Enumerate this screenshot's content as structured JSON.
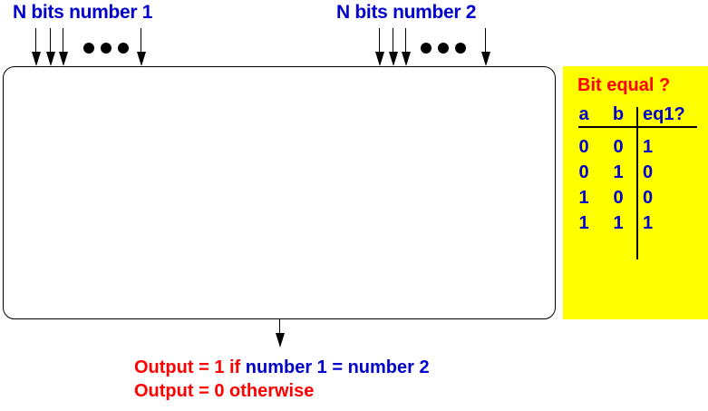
{
  "diagram": {
    "title_left": "N bits number 1",
    "title_right": "N bits number 2",
    "colors": {
      "label_blue": "#0000CC",
      "caption_red": "#FF0000",
      "panel_yellow": "#FFFF00",
      "line_black": "#000000",
      "box_fill": "#FFFFFF"
    },
    "inputs": {
      "left_group": {
        "label": "N bits number 1",
        "arrow_count": 4,
        "ellipsis_dots": 3
      },
      "right_group": {
        "label": "N bits number 2",
        "arrow_count": 4,
        "ellipsis_dots": 3
      }
    },
    "block": {
      "label": ""
    },
    "output": {
      "line_1_red": "Output = 1  if",
      "line_1_blue": "number 1 = number 2",
      "line_2_red": "Output = 0  otherwise"
    }
  },
  "truth_table": {
    "title": "Bit equal ?",
    "headers": [
      "a",
      "b",
      "eq1?"
    ],
    "rows": [
      {
        "a": "0",
        "b": "0",
        "eq1": "1"
      },
      {
        "a": "0",
        "b": "1",
        "eq1": "0"
      },
      {
        "a": "1",
        "b": "0",
        "eq1": "0"
      },
      {
        "a": "1",
        "b": "1",
        "eq1": "1"
      }
    ]
  }
}
